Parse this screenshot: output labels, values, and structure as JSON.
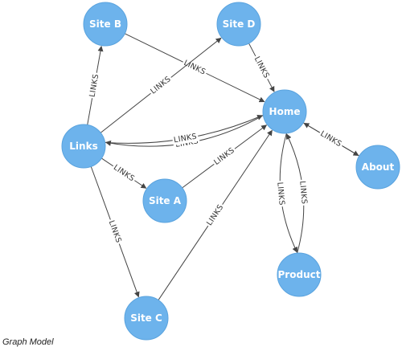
{
  "caption": "Graph Model",
  "colors": {
    "node_fill": "#6db3ec",
    "edge": "#444444",
    "label_text": "#ffffff"
  },
  "nodes": [
    {
      "id": "site-b",
      "label": "Site B"
    },
    {
      "id": "site-d",
      "label": "Site D"
    },
    {
      "id": "home",
      "label": "Home"
    },
    {
      "id": "links",
      "label": "Links"
    },
    {
      "id": "about",
      "label": "About"
    },
    {
      "id": "site-a",
      "label": "Site A"
    },
    {
      "id": "product",
      "label": "Product"
    },
    {
      "id": "site-c",
      "label": "Site C"
    }
  ],
  "edges": [
    {
      "from": "site-b",
      "to": "home",
      "label": "LINKS"
    },
    {
      "from": "site-d",
      "to": "home",
      "label": "LINKS"
    },
    {
      "from": "links",
      "to": "site-b",
      "label": "LINKS"
    },
    {
      "from": "links",
      "to": "site-d",
      "label": "LINKS"
    },
    {
      "from": "home",
      "to": "links",
      "label": "LINKS"
    },
    {
      "from": "links",
      "to": "home",
      "label": "LINKS"
    },
    {
      "from": "links",
      "to": "site-a",
      "label": "LINKS"
    },
    {
      "from": "links",
      "to": "site-c",
      "label": "LINKS"
    },
    {
      "from": "site-a",
      "to": "home",
      "label": "LINKS"
    },
    {
      "from": "site-c",
      "to": "home",
      "label": "LINKS"
    },
    {
      "from": "about",
      "to": "home",
      "label": "LINKS"
    },
    {
      "from": "home",
      "to": "about",
      "label": "LINKS"
    },
    {
      "from": "home",
      "to": "product",
      "label": "LINKS"
    },
    {
      "from": "product",
      "to": "home",
      "label": "LINKS"
    }
  ]
}
